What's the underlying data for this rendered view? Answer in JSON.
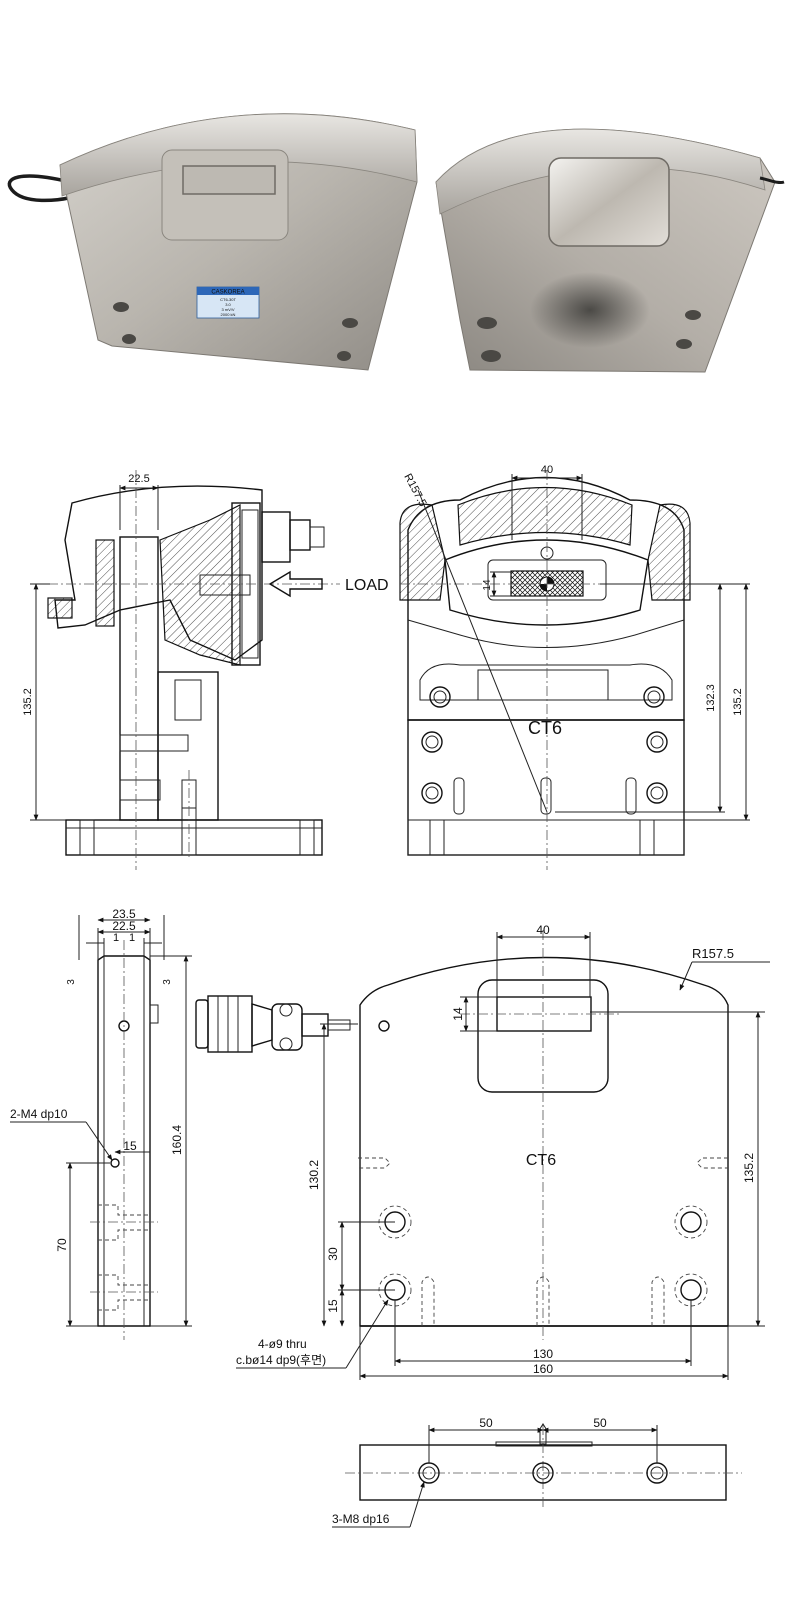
{
  "photo": {
    "label_brand": "CASKOREA",
    "label_rows": [
      "CT6-30T",
      "3.0",
      "3 mV/V",
      "2000 kN"
    ]
  },
  "side_view": {
    "dim_top": "22.5",
    "dim_height": "135.2",
    "load_label": "LOAD"
  },
  "front_view": {
    "dim_top_width": "40",
    "dim_radius": "R157.5",
    "dim_window_height": "14",
    "dim_inner_height": "132.3",
    "dim_height": "135.2",
    "model_label": "CT6"
  },
  "profile_view": {
    "dim_outer": "23.5",
    "dim_inner": "22.5",
    "dim_lip_left": "1",
    "dim_lip_right": "1",
    "dim_chamfer_left": "3",
    "dim_chamfer_right": "3",
    "dim_height": "160.4",
    "dim_hole_offset": "15",
    "dim_hole_spacing": "70",
    "callout_tap": "2-M4 dp10"
  },
  "plan_view": {
    "dim_window_width": "40",
    "dim_radius": "R157.5",
    "dim_window_height": "14",
    "model_label": "CT6",
    "dim_height_left": "130.2",
    "dim_height_right": "135.2",
    "dim_hole_pitch": "30",
    "dim_hole_base": "15",
    "dim_hole_span": "130",
    "dim_width": "160",
    "callout_holes_line1": "4-ø9 thru",
    "callout_holes_line2": "c.bø14 dp9(후면)"
  },
  "bottom_view": {
    "dim_left": "50",
    "dim_right": "50",
    "callout_tap": "3-M8 dp16"
  }
}
